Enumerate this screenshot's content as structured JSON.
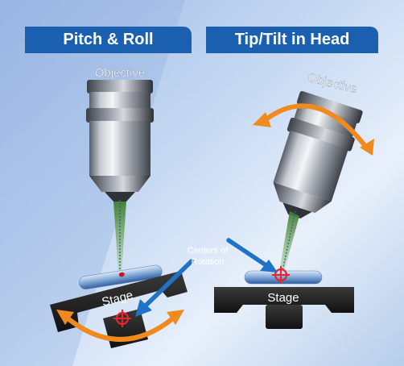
{
  "headings": {
    "left": "Pitch & Roll",
    "right": "Tip/Tilt in Head"
  },
  "labels": {
    "objective_left": "Objective",
    "objective_right": "Objective",
    "stage_left": "Stage",
    "stage_right": "Stage",
    "centers_of_rotation": [
      "Centers of",
      "Rotation"
    ]
  },
  "colors": {
    "banner": "#1a5fb0",
    "arrow_orange": "#f08a1e",
    "arrow_blue": "#1e73c8",
    "crosshair": "#e8242c",
    "beam": "#6fa84a"
  }
}
